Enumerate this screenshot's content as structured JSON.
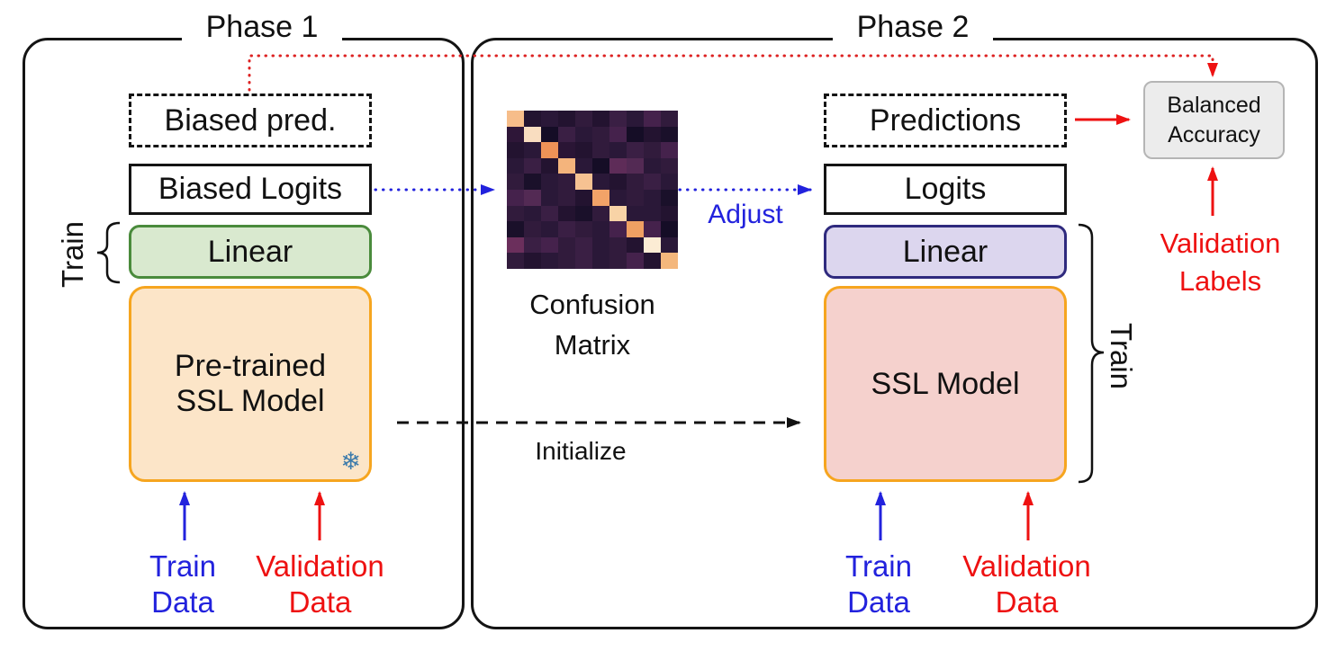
{
  "colors": {
    "blue": "#2222dd",
    "red": "#ee1111",
    "red-dot": "#dd2222",
    "black": "#111111",
    "green-fill": "#d9e9cf",
    "green-border": "#4a8b3c",
    "purple-fill": "#dcd6ee",
    "purple-border": "#2f2a7e",
    "orange-border": "#f6a51f",
    "ssl1-fill": "#fce5c8",
    "ssl2-fill": "#f5d1cd",
    "gray-fill": "#ececec",
    "gray-border": "#b5b5b5",
    "snow": "#3d7bab"
  },
  "phase1": {
    "title": "Phase 1",
    "biased_pred": "Biased pred.",
    "biased_logits": "Biased Logits",
    "linear": "Linear",
    "ssl_model": "Pre-trained\nSSL Model",
    "train_brace_label": "Train",
    "snowflake_icon": "❄",
    "train_data": "Train\nData",
    "validation_data": "Validation\nData"
  },
  "phase2": {
    "title": "Phase 2",
    "predictions": "Predictions",
    "logits": "Logits",
    "linear": "Linear",
    "ssl_model": "SSL Model",
    "train_brace_label": "Train",
    "train_data": "Train\nData",
    "validation_data": "Validation\nData"
  },
  "middle": {
    "adjust_label": "Adjust",
    "initialize_label": "Initialize",
    "confusion_matrix_label": "Confusion\nMatrix"
  },
  "right": {
    "balanced_accuracy": "Balanced\nAccuracy",
    "validation_labels": "Validation\nLabels"
  },
  "confusion_matrix": {
    "rows": 10,
    "cols": 10,
    "cells": [
      [
        "#f6bd8a",
        "#231330",
        "#2a1838",
        "#231330",
        "#311b3c",
        "#231330",
        "#3a1f44",
        "#2a1838",
        "#45224c",
        "#311b3c"
      ],
      [
        "#2e1638",
        "#f9ddc0",
        "#150d26",
        "#3a1f44",
        "#2a1838",
        "#311b3c",
        "#45224c",
        "#150d26",
        "#231330",
        "#1a102a"
      ],
      [
        "#231330",
        "#2a1838",
        "#ee9257",
        "#2a1535",
        "#231330",
        "#311b3c",
        "#2a1838",
        "#3a1f44",
        "#311b3c",
        "#45224c"
      ],
      [
        "#2a1838",
        "#3a1f44",
        "#231330",
        "#f4b47c",
        "#2a1838",
        "#150d26",
        "#5e2c58",
        "#532a54",
        "#2a1838",
        "#311b3c"
      ],
      [
        "#311b3c",
        "#1a102a",
        "#2a1838",
        "#311b3c",
        "#f6c292",
        "#2a1838",
        "#231330",
        "#311b3c",
        "#3a1f44",
        "#2a1838"
      ],
      [
        "#45224c",
        "#532a54",
        "#2a1838",
        "#311b3c",
        "#231330",
        "#f2a368",
        "#2a1838",
        "#311b3c",
        "#2a1838",
        "#1a102a"
      ],
      [
        "#311b3c",
        "#2a1838",
        "#3a1f44",
        "#231330",
        "#1a102a",
        "#311b3c",
        "#f8d3a6",
        "#2a1838",
        "#2a1838",
        "#231330"
      ],
      [
        "#1a102a",
        "#311b3c",
        "#2a1838",
        "#3a1f44",
        "#311b3c",
        "#2a1838",
        "#45224c",
        "#efa063",
        "#45224c",
        "#150d26"
      ],
      [
        "#6b2f5c",
        "#3a1f44",
        "#45224c",
        "#311b3c",
        "#3a1f44",
        "#2a1838",
        "#311b3c",
        "#231330",
        "#fcecd4",
        "#2a1838"
      ],
      [
        "#311b3c",
        "#231330",
        "#2a1838",
        "#311b3c",
        "#3a1f44",
        "#2a1838",
        "#311b3c",
        "#45224c",
        "#231330",
        "#f4b77c"
      ]
    ]
  }
}
